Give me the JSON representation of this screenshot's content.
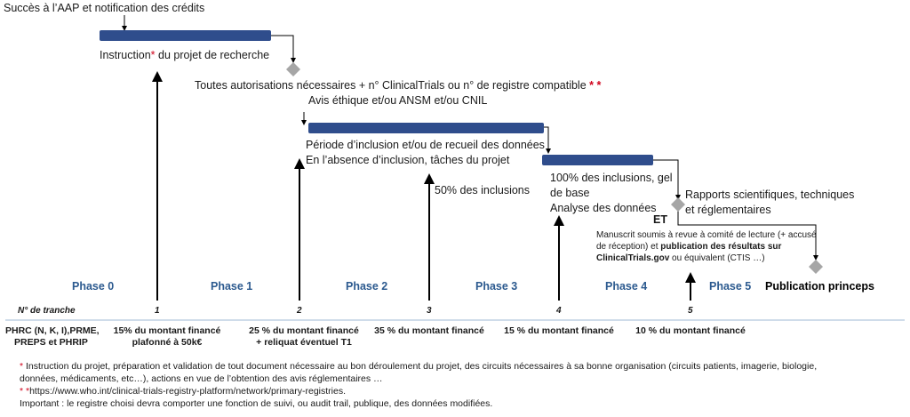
{
  "top_label": "Succès à l’AAP et notification des crédits",
  "instruction": {
    "prefix": "Instruction",
    "star": "*",
    "suffix": " du projet de recherche"
  },
  "autorisations": {
    "text": "Toutes autorisations nécessaires + n° ClinicalTrials ou n° de registre compatible",
    "stars": " * *"
  },
  "avis": "Avis éthique et/ou ANSM et/ou CNIL",
  "periode_1": "Période d’inclusion et/ou de recueil des données",
  "periode_2": "En l’absence d’inclusion, tâches du projet",
  "cinquante": "50% des inclusions",
  "cent_1": "100% des inclusions, gel",
  "cent_2": "de base",
  "cent_3": "Analyse des données",
  "et": "ET",
  "rapports_1": "Rapports scientifiques, techniques",
  "rapports_2": "et réglementaires",
  "manuscrit": {
    "l1": "Manuscrit soumis à revue à comité de lecture (+ accusé",
    "l2a": "de réception) et ",
    "l2b": "publication des résultats sur",
    "l3a": "ClinicalTrials.gov",
    "l3b": " ou équivalent (CTIS …)"
  },
  "phases": [
    "Phase 0",
    "Phase 1",
    "Phase 2",
    "Phase 3",
    "Phase 4",
    "Phase 5"
  ],
  "publication": "Publication princeps",
  "tranche_label": "N° de tranche",
  "tranches": [
    "1",
    "2",
    "3",
    "4",
    "5"
  ],
  "programs_1": "PHRC (N, K, I),PRME,",
  "programs_2": "PREPS et PHRIP",
  "amounts": [
    {
      "l1": "15% du montant financé",
      "l2": "plafonné à 50k€"
    },
    {
      "l1": "25 % du montant financé",
      "l2": "+ reliquat éventuel T1"
    },
    {
      "l1": "35  % du montant financé",
      "l2": ""
    },
    {
      "l1": "15  % du montant financé",
      "l2": ""
    },
    {
      "l1": "10  % du montant financé",
      "l2": ""
    }
  ],
  "footnotes": {
    "f1_star": "*",
    "f1_l1": " Instruction du projet, préparation et validation de tout document nécessaire au bon déroulement du projet, des circuits nécessaires à sa bonne organisation (circuits patients, imagerie, biologie,",
    "f1_l2": "données, médicaments, etc…), actions en vue de l’obtention des avis réglementaires …",
    "f2_star": "* *",
    "f2_text": "https://www.who.int/clinical-trials-registry-platform/network/primary-registries.",
    "f3": "Important : le registre choisi devra comporter une fonction de suivi, ou audit trail, publique, des données modifiées."
  },
  "colors": {
    "bar": "#2f4d8c",
    "phase": "#2c5a8f",
    "diamond": "#a6a6a6",
    "star": "#d0021b",
    "rule": "#9fb8d6"
  }
}
